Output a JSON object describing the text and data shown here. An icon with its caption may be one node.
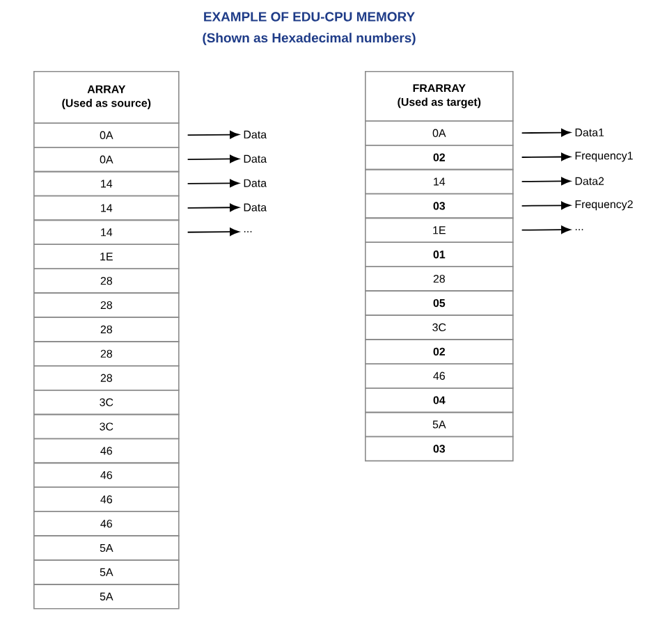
{
  "diagram": {
    "title": "EXAMPLE OF EDU-CPU MEMORY",
    "labels": [
      "(Shown as Hexadecimal numbers)"
    ],
    "nodes": [
      {
        "text": [
          "ARRAY",
          "(Used as source)"
        ]
      },
      {
        "text": [
          "0A"
        ]
      },
      {
        "text": [
          "0A"
        ]
      },
      {
        "text": [
          "14"
        ]
      },
      {
        "text": [
          "14"
        ]
      },
      {
        "text": [
          "14"
        ]
      },
      {
        "text": [
          "1E"
        ]
      },
      {
        "text": [
          "28"
        ]
      },
      {
        "text": [
          "28"
        ]
      },
      {
        "text": [
          "28"
        ]
      },
      {
        "text": [
          "28"
        ]
      },
      {
        "text": [
          "28"
        ]
      },
      {
        "text": [
          "3C"
        ]
      },
      {
        "text": [
          "3C"
        ]
      },
      {
        "text": [
          "46"
        ]
      },
      {
        "text": [
          "46"
        ]
      },
      {
        "text": [
          "46"
        ]
      },
      {
        "text": [
          "46"
        ]
      },
      {
        "text": [
          "5A"
        ]
      },
      {
        "text": [
          "5A"
        ]
      },
      {
        "text": [
          "5A"
        ]
      },
      {
        "text": [
          "FRARRAY",
          "(Used as target)"
        ]
      },
      {
        "text": [
          "0A"
        ]
      },
      {
        "text": [
          "02"
        ]
      },
      {
        "text": [
          "14"
        ]
      },
      {
        "text": [
          "03"
        ]
      },
      {
        "text": [
          "1E"
        ]
      },
      {
        "text": [
          "01"
        ]
      },
      {
        "text": [
          "28"
        ]
      },
      {
        "text": [
          "05"
        ]
      },
      {
        "text": [
          "3C"
        ]
      },
      {
        "text": [
          "02"
        ]
      },
      {
        "text": [
          "46"
        ]
      },
      {
        "text": [
          "04"
        ]
      },
      {
        "text": [
          "5A"
        ]
      },
      {
        "text": [
          "03"
        ]
      },
      {
        "text": [
          "Data"
        ]
      },
      {
        "text": [
          "Data"
        ]
      },
      {
        "text": [
          "Data"
        ]
      },
      {
        "text": [
          "Data"
        ]
      },
      {
        "text": [
          "..."
        ]
      },
      {
        "text": [
          "Data1"
        ]
      },
      {
        "text": [
          "Frequency1"
        ]
      },
      {
        "text": [
          "Data2"
        ]
      },
      {
        "text": [
          "Frequency2"
        ]
      },
      {
        "text": [
          "..."
        ]
      }
    ],
    "edges": [
      {
        "from": 1,
        "to": 36,
        "arrow": "to"
      },
      {
        "from": 2,
        "to": 37,
        "arrow": "to"
      },
      {
        "from": 3,
        "to": 38,
        "arrow": "to"
      },
      {
        "from": 4,
        "to": 39,
        "arrow": "to"
      },
      {
        "from": 5,
        "to": 40,
        "arrow": "to"
      },
      {
        "from": 22,
        "to": 41,
        "arrow": "to"
      },
      {
        "from": 23,
        "to": 42,
        "arrow": "to"
      },
      {
        "from": 24,
        "to": 43,
        "arrow": "to"
      },
      {
        "from": 25,
        "to": 44,
        "arrow": "to"
      },
      {
        "from": 26,
        "to": 45,
        "arrow": "to"
      }
    ]
  }
}
